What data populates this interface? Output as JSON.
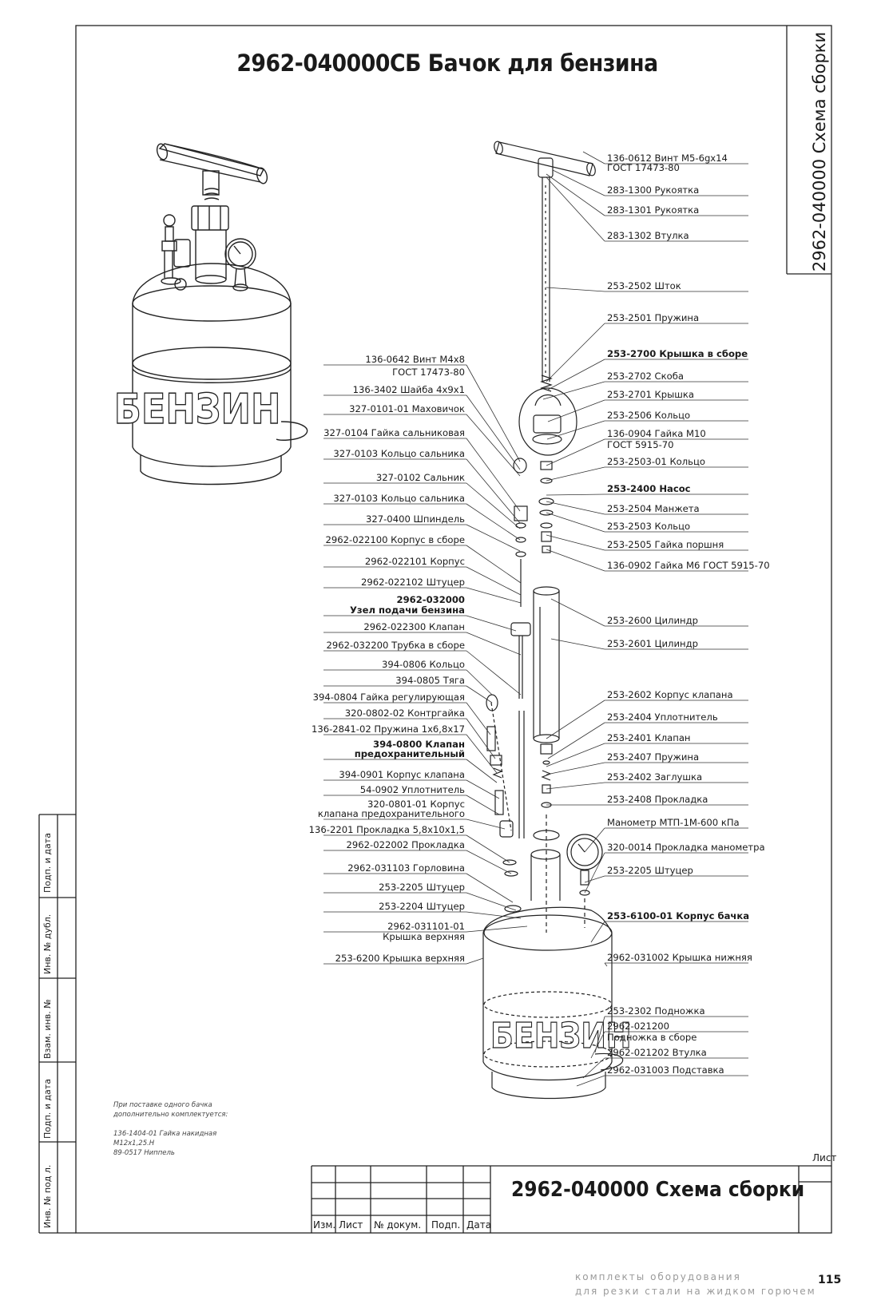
{
  "title": "2962-040000СБ Бачок для бензина",
  "side_title": "2962-040000 Схема сборки",
  "tank_lettering": "БЕНЗИН",
  "right_labels": [
    {
      "text": "136-0612 Винт М5-6gx14"
    },
    {
      "text": "ГОСТ 17473-80"
    },
    {
      "text": "283-1300 Рукоятка"
    },
    {
      "text": "283-1301 Рукоятка"
    },
    {
      "text": "283-1302 Втулка"
    },
    {
      "text": "253-2502 Шток"
    },
    {
      "text": "253-2501 Пружина"
    },
    {
      "text": "253-2700 Крышка в сборе",
      "bold": true
    },
    {
      "text": "253-2702 Скоба"
    },
    {
      "text": "253-2701 Крышка"
    },
    {
      "text": "253-2506 Кольцо"
    },
    {
      "text": "136-0904 Гайка М10"
    },
    {
      "text": "ГОСТ 5915-70"
    },
    {
      "text": "253-2503-01 Кольцо"
    },
    {
      "text": "253-2400 Насос",
      "bold": true
    },
    {
      "text": "253-2504 Манжета"
    },
    {
      "text": "253-2503 Кольцо"
    },
    {
      "text": "253-2505 Гайка поршня"
    },
    {
      "text": "136-0902 Гайка М6 ГОСТ 5915-70"
    },
    {
      "text": "253-2600 Цилиндр"
    },
    {
      "text": "253-2601 Цилиндр"
    },
    {
      "text": "253-2602 Корпус клапана"
    },
    {
      "text": "253-2404 Уплотнитель"
    },
    {
      "text": "253-2401 Клапан"
    },
    {
      "text": "253-2407 Пружина"
    },
    {
      "text": "253-2402 Заглушка"
    },
    {
      "text": "253-2408 Прокладка"
    },
    {
      "text": "Манометр МТП-1М-600 кПа"
    },
    {
      "text": "320-0014 Прокладка манометра"
    },
    {
      "text": "253-2205 Штуцер"
    },
    {
      "text": "253-6100-01 Корпус бачка",
      "bold": true
    },
    {
      "text": "2962-031002 Крышка нижняя"
    },
    {
      "text": "253-2302 Подножка"
    },
    {
      "text": "2962-021200"
    },
    {
      "text": "Подножка в сборе"
    },
    {
      "text": "2962-021202 Втулка"
    },
    {
      "text": "2962-031003 Подставка"
    }
  ],
  "left_labels": [
    {
      "text": "136-0642 Винт М4х8"
    },
    {
      "text": "ГОСТ 17473-80"
    },
    {
      "text": "136-3402 Шайба 4х9х1"
    },
    {
      "text": "327-0101-01 Маховичок"
    },
    {
      "text": "327-0104 Гайка сальниковая"
    },
    {
      "text": "327-0103 Кольцо сальника"
    },
    {
      "text": "327-0102 Сальник"
    },
    {
      "text": "327-0103 Кольцо сальника"
    },
    {
      "text": "327-0400 Шпиндель"
    },
    {
      "text": "2962-022100 Корпус в сборе"
    },
    {
      "text": "2962-022101 Корпус"
    },
    {
      "text": "2962-022102 Штуцер"
    },
    {
      "text": "2962-032000",
      "bold": true
    },
    {
      "text": "Узел подачи бензина",
      "bold": true
    },
    {
      "text": "2962-022300 Клапан"
    },
    {
      "text": "2962-032200 Трубка в сборе"
    },
    {
      "text": "394-0806 Кольцо"
    },
    {
      "text": "394-0805 Тяга"
    },
    {
      "text": "394-0804 Гайка регулирующая"
    },
    {
      "text": "320-0802-02 Контргайка"
    },
    {
      "text": "136-2841-02 Пружина 1х6,8х17"
    },
    {
      "text": "394-0800 Клапан",
      "bold": true
    },
    {
      "text": "предохранительный",
      "bold": true
    },
    {
      "text": "394-0901 Корпус клапана"
    },
    {
      "text": "54-0902 Уплотнитель"
    },
    {
      "text": "320-0801-01 Корпус"
    },
    {
      "text": "клапана предохранительного"
    },
    {
      "text": "136-2201 Прокладка 5,8х10х1,5"
    },
    {
      "text": "2962-022002 Прокладка"
    },
    {
      "text": "2962-031103 Горловина"
    },
    {
      "text": "253-2205 Штуцер"
    },
    {
      "text": "253-2204 Штуцер"
    },
    {
      "text": "2962-031101-01"
    },
    {
      "text": "Крышка верхняя"
    },
    {
      "text": "253-6200 Крышка верхняя"
    }
  ],
  "note_lines": [
    "При поставке одного бачка",
    "дополнительно комплектуется:",
    "",
    "136-1404-01 Гайка накидная М12х1,25.Н",
    "89-0517 Ниппель"
  ],
  "margin_fields": [
    "Подп. и дата",
    "Инв. № дубл.",
    "Взам. инв. №",
    "Подп. и дата",
    "Инв. № под л."
  ],
  "stamp": {
    "headers": [
      "Изм.",
      "Лист",
      "№ докум.",
      "Подп.",
      "Дата"
    ],
    "doc_code": "2962-040000 Схема сборки",
    "sheet_label": "Лист"
  },
  "footer": {
    "line1": "комплекты оборудования",
    "line2": "для резки стали на жидком горючем",
    "page": "115"
  }
}
